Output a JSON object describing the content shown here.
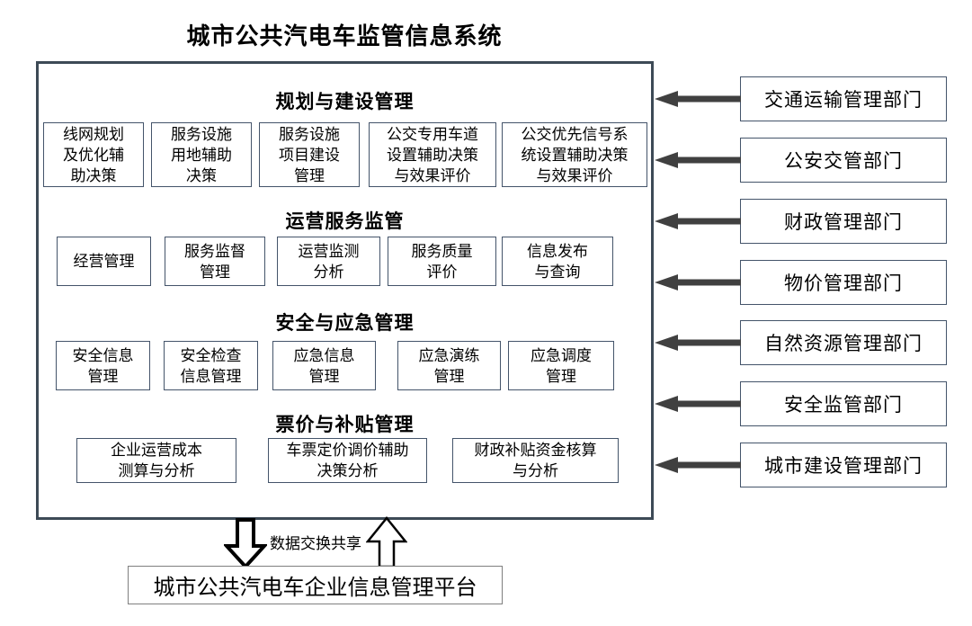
{
  "title": "城市公共汽电车监管信息系统",
  "system": {
    "sections": [
      {
        "heading": "规划与建设管理",
        "modules": [
          "线网规划\n及优化辅\n助决策",
          "服务设施\n用地辅助\n决策",
          "服务设施\n项目建设\n管理",
          "公交专用车道\n设置辅助决策\n与效果评价",
          "公交优先信号系\n统设置辅助决策\n与效果评价"
        ]
      },
      {
        "heading": "运营服务监管",
        "modules": [
          "经营管理",
          "服务监督\n管理",
          "运营监测\n分析",
          "服务质量\n评价",
          "信息发布\n与查询"
        ]
      },
      {
        "heading": "安全与应急管理",
        "modules": [
          "安全信息\n管理",
          "安全检查\n信息管理",
          "应急信息\n管理",
          "应急演练\n管理",
          "应急调度\n管理"
        ]
      },
      {
        "heading": "票价与补贴管理",
        "modules": [
          "企业运营成本\n测算与分析",
          "车票定价调价辅助\n决策分析",
          "财政补贴资金核算\n与分析"
        ]
      }
    ]
  },
  "departments": [
    "交通运输管理部门",
    "公安交管部门",
    "财政管理部门",
    "物价管理部门",
    "自然资源管理部门",
    "安全监管部门",
    "城市建设管理部门"
  ],
  "data_exchange_label": "数据交换共享",
  "platform": "城市公共汽电车企业信息管理平台",
  "colors": {
    "arrow": "#404040",
    "module_border": "#44546a",
    "outer_border": "#3d4a56"
  }
}
